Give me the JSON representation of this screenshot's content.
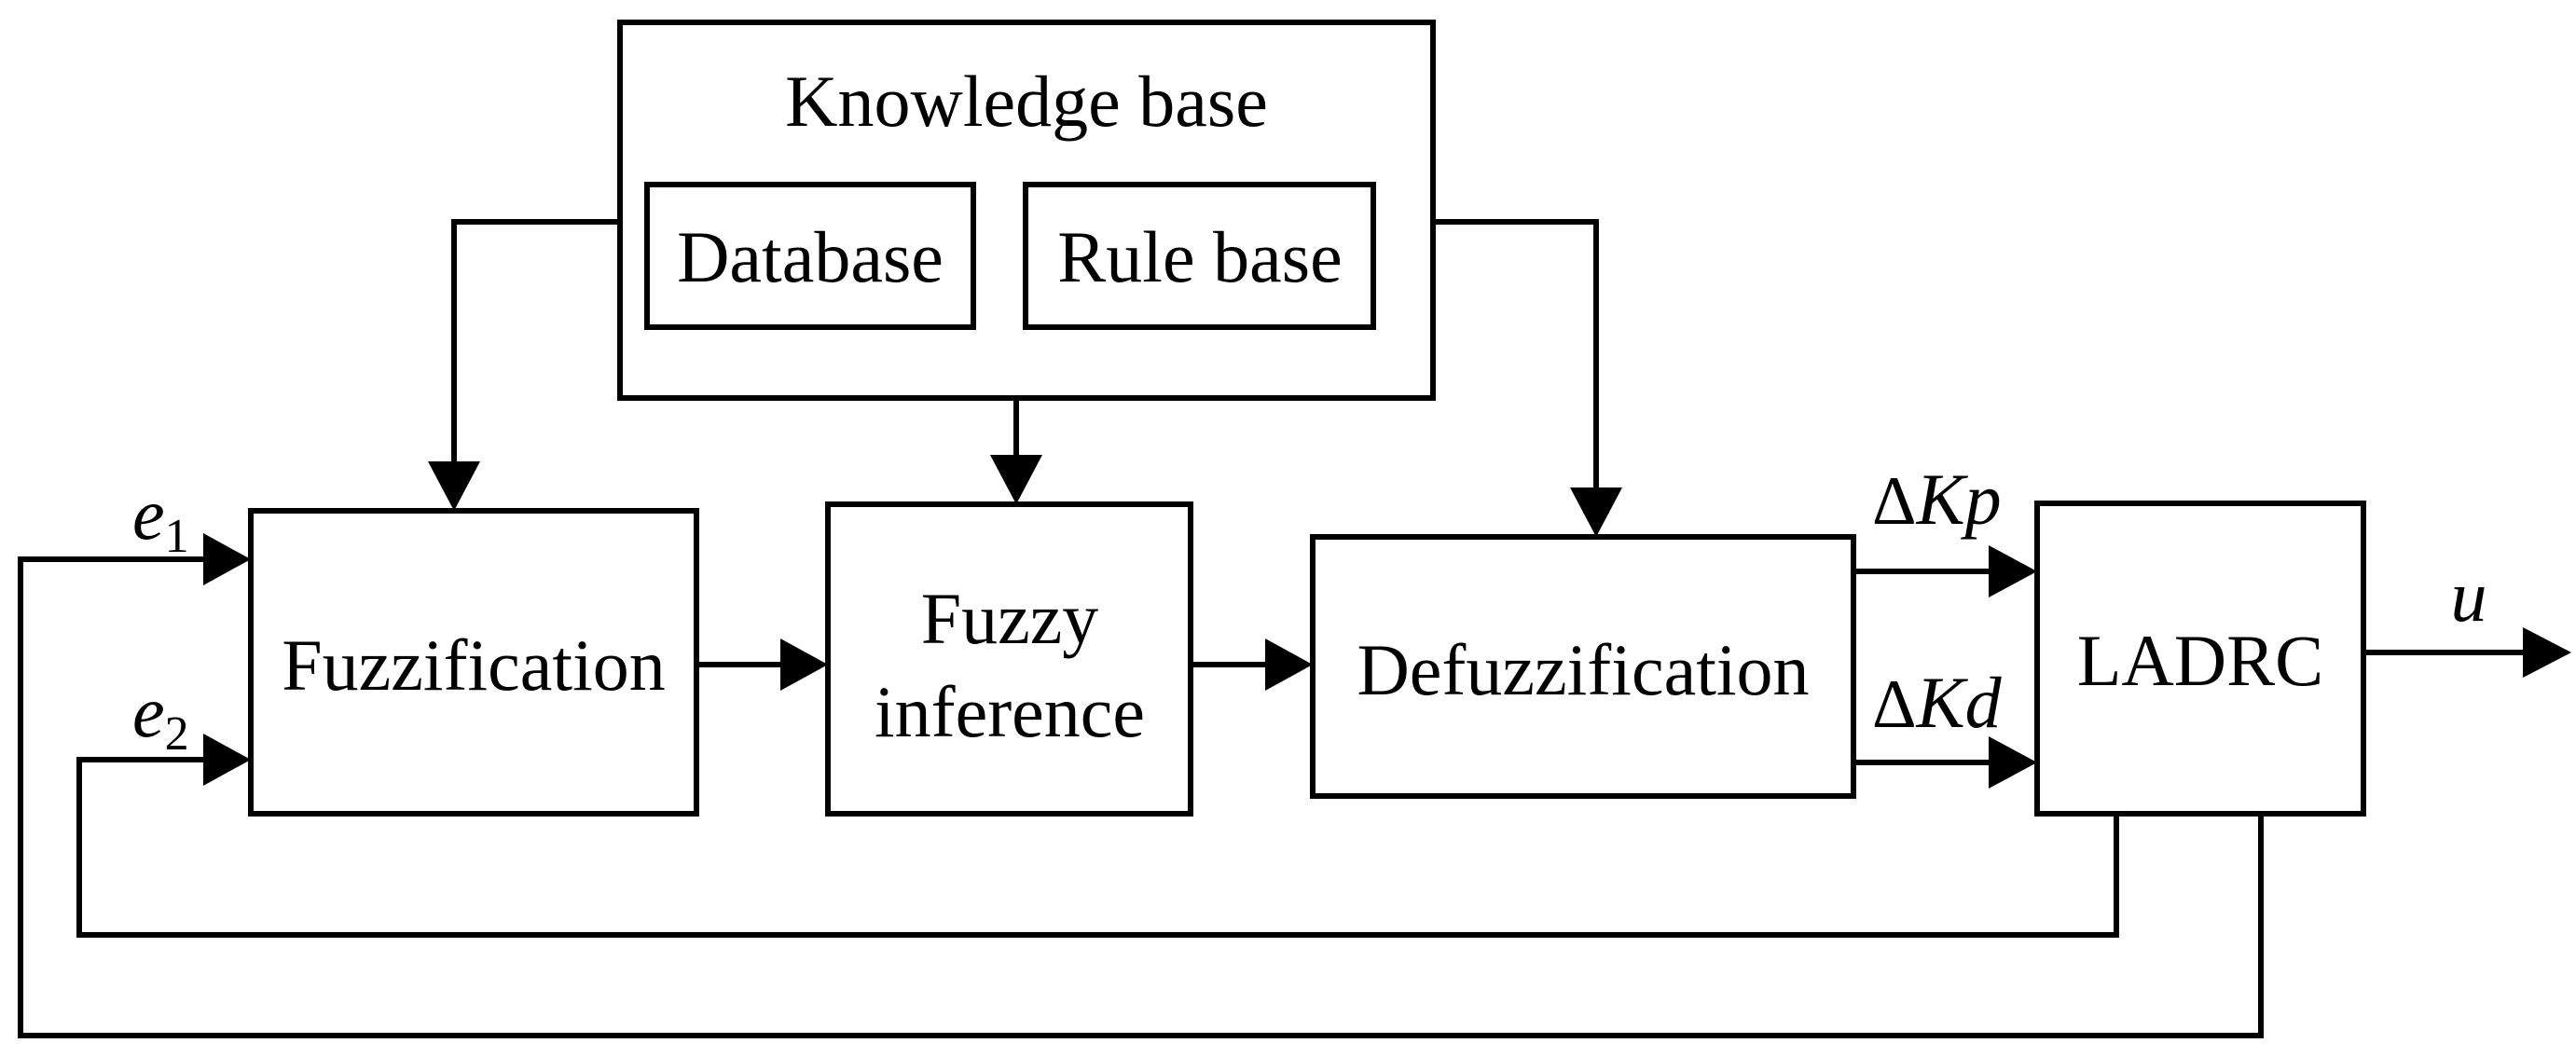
{
  "blocks": {
    "knowledge_base": "Knowledge base",
    "database": "Database",
    "rule_base": "Rule base",
    "fuzzification": "Fuzzification",
    "fuzzy_inference_line1": "Fuzzy",
    "fuzzy_inference_line2": "inference",
    "defuzzification": "Defuzzification",
    "ladrc": "LADRC"
  },
  "signals": {
    "e1_symbol": "e",
    "e1_index": "1",
    "e2_symbol": "e",
    "e2_index": "2",
    "delta": "Δ",
    "kp_symbol": "K",
    "kp_index": "p",
    "kd_symbol": "K",
    "kd_index": "d",
    "output": "u"
  }
}
